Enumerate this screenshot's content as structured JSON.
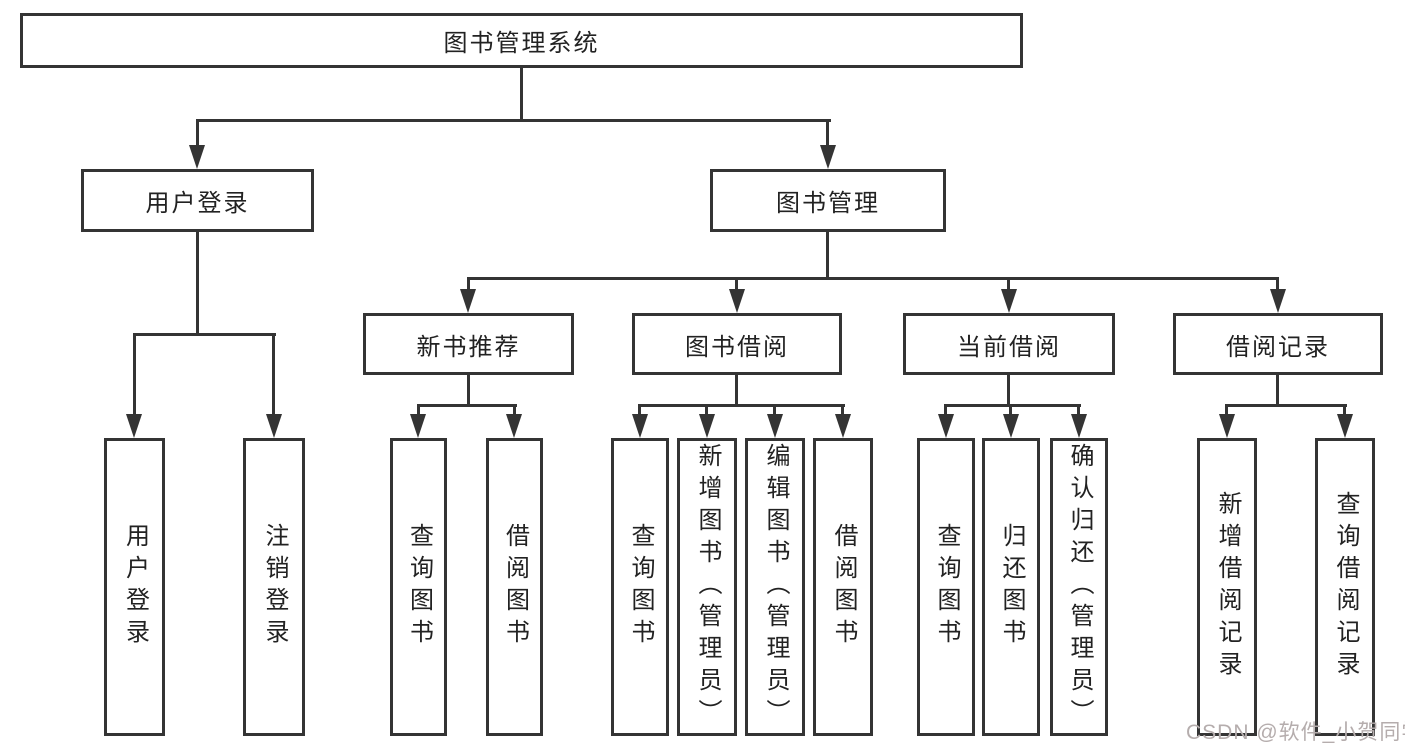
{
  "tree": {
    "root": "图书管理系统",
    "branches": [
      {
        "label": "用户登录",
        "children": [
          "用户登录",
          "注销登录"
        ]
      },
      {
        "label": "图书管理",
        "sections": [
          {
            "label": "新书推荐",
            "children": [
              "查询图书",
              "借阅图书"
            ]
          },
          {
            "label": "图书借阅",
            "children": [
              "查询图书",
              "新增图书（管理员）",
              "编辑图书（管理员）",
              "借阅图书"
            ]
          },
          {
            "label": "当前借阅",
            "children": [
              "查询图书",
              "归还图书",
              "确认归还（管理员）"
            ]
          },
          {
            "label": "借阅记录",
            "children": [
              "新增借阅记录",
              "查询借阅记录"
            ]
          }
        ]
      }
    ]
  },
  "watermark": "CSDN @软件_小贺同学",
  "colors": {
    "line": "#343434",
    "text": "#222222",
    "background": "#ffffff",
    "watermark": "#b5adad"
  }
}
